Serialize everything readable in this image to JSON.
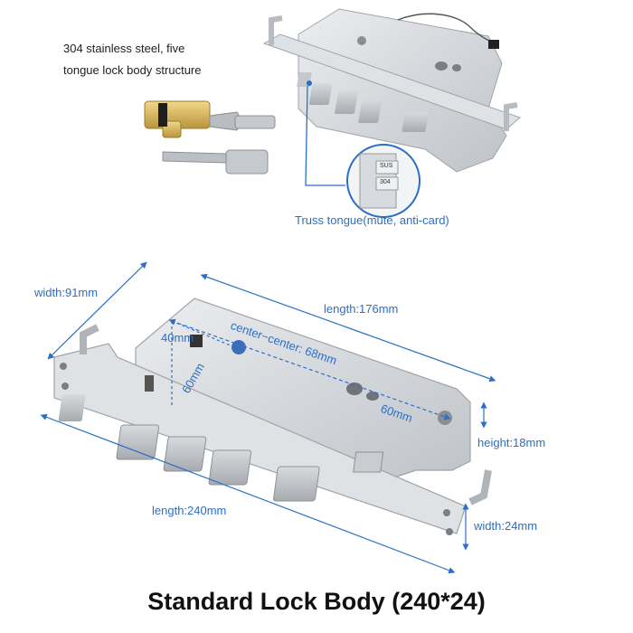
{
  "top_description": {
    "line1": "304 stainless steel, five",
    "line2": "tongue lock body structure"
  },
  "truss_label": "Truss tongue(mute, anti-card)",
  "stamp": {
    "line1": "SUS",
    "line2": "304"
  },
  "dimensions": {
    "width_91": "width:91mm",
    "length_176": "length:176mm",
    "center_center": "center−center: 68mm",
    "d_40": "40mm",
    "d_60_left": "60mm",
    "d_60_right": "60mm",
    "height_18": "height:18mm",
    "length_240": "length:240mm",
    "width_24": "width:24mm"
  },
  "caption": "Standard Lock Body (240*24)",
  "colors": {
    "annotation_blue": "#2b6fc4",
    "steel_light": "#e4e6e8",
    "steel_mid": "#c9ccd0",
    "steel_dark": "#9a9ea4",
    "brass": "#d9b75a"
  }
}
